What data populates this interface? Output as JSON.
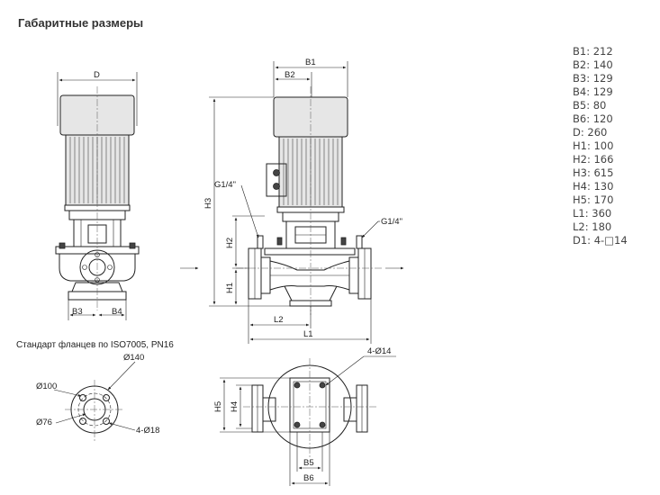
{
  "header": {
    "title": "Габаритные размеры"
  },
  "flange_section": {
    "title": "Стандарт фланцев по ISO7005, PN16"
  },
  "front_view": {
    "width_label": "D",
    "base_left_label": "B3",
    "base_right_label": "B4"
  },
  "side_view": {
    "top_outer_label": "B1",
    "top_inner_label": "B2",
    "height_total_label": "H3",
    "height_mid_label": "H2",
    "height_low_label": "H1",
    "gauge_left_label": "G1/4\"",
    "gauge_right_label": "G1/4\"",
    "length_half_label": "L2",
    "length_total_label": "L1"
  },
  "flange_view": {
    "outer_dia_label": "Ø140",
    "bolt_circle_label": "Ø100",
    "bore_label": "Ø76",
    "holes_label": "4-Ø18"
  },
  "top_view": {
    "holes_label": "4-Ø14",
    "h5_label": "H5",
    "h4_label": "H4",
    "b5_label": "B5",
    "b6_label": "B6"
  },
  "specs": [
    "B1: 212",
    "B2: 140",
    "B3: 129",
    "B4: 129",
    "B5: 80",
    "B6: 120",
    "D: 260",
    "H1: 100",
    "H2: 166",
    "H3: 615",
    "H4: 130",
    "H5: 170",
    "L1: 360",
    "L2: 180",
    "D1: 4-□14"
  ]
}
